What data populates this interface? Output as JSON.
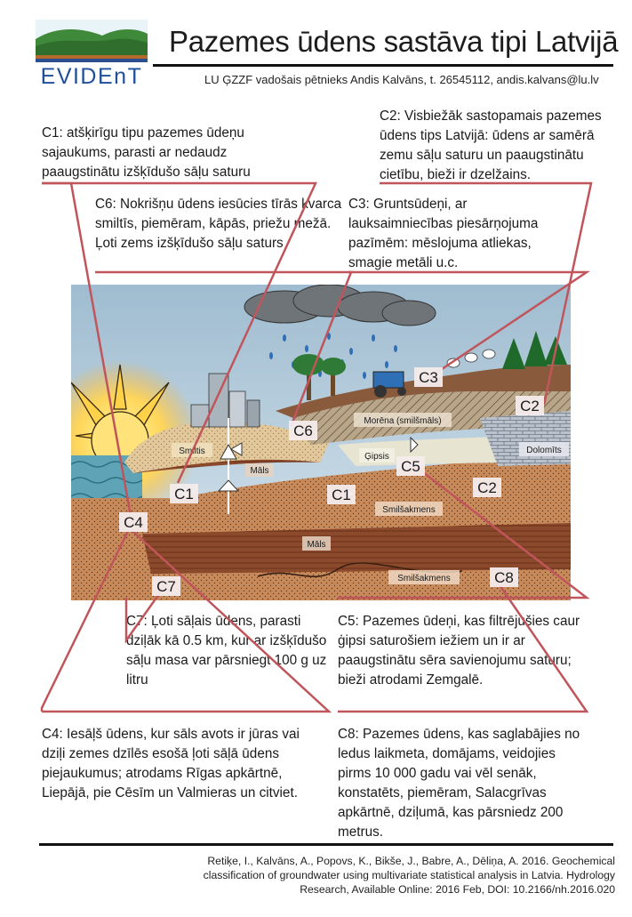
{
  "header": {
    "logo_text": "EVIDEnT",
    "title": "Pazemes ūdens sastāva tipi Latvijā",
    "subtitle": "LU ĢZZF vadošais pētnieks Andis Kalvāns, t. 26545112, andis.kalvans@lu.lv"
  },
  "notes": {
    "c1": "C1: atšķirīgu tipu pazemes ūdeņu sajaukums, parasti ar nedaudz paaugstinātu izšķīdušo sāļu saturu",
    "c2": "C2: Visbiežāk sastopamais pazemes ūdens tips Latvijā: ūdens ar samērā zemu sāļu saturu un paaugstinātu cietību, bieži ir dzelžains.",
    "c6": "C6: Nokrišņu ūdens iesūcies tīrās kvarca smiltīs, piemēram, kāpās, priežu mežā. Ļoti zems izšķīdušo sāļu saturs",
    "c3": "C3: Gruntsūdeņi, ar lauksaimniecības piesārņojuma pazīmēm: mēslojuma atliekas, smagie metāli u.c.",
    "c7": "C7: Ļoti sāļais ūdens, parasti dziļāk kā 0.5 km, kur ar izšķīdušo sāļu masa var pārsniegt 100 g uz litru",
    "c5": "C5: Pazemes ūdeņi, kas filtrējušies caur ģipsi saturošiem iežiem un ir ar paaugstinātu sēra savienojumu saturu; bieži atrodami Zemgalē.",
    "c4": "C4: Iesāļš ūdens, kur sāls avots ir jūras vai dziļi zemes dzīlēs esošā ļoti sāļā ūdens piejaukumus; atrodams Rīgas apkārtnē, Liepājā, pie Cēsīm un Valmieras un citviet.",
    "c8": "C8: Pazemes ūdens, kas saglabājies no ledus laikmeta, domājams, veidojies pirms 10 000 gadu vai vēl senāk, konstatēts, piemēram, Salacgrīvas apkārtnē, dziļumā, kas pārsniedz 200 metrus."
  },
  "diagram": {
    "markers": {
      "c1a": "C1",
      "c1b": "C1",
      "c2a": "C2",
      "c2b": "C2",
      "c3": "C3",
      "c4": "C4",
      "c5": "C5",
      "c6": "C6",
      "c7": "C7",
      "c8": "C8"
    },
    "layers": {
      "smiltis": "Smiltis",
      "mals_upper": "Māls",
      "morena": "Morēna (smilšmāls)",
      "gipsis": "Ģipsis",
      "dolomits": "Dolomīts",
      "smilsakmens_upper": "Smilšakmens",
      "mals_lower": "Māls",
      "smilsakmens_lower": "Smilšakmens"
    },
    "colors": {
      "accent_line": "#c0555b",
      "sky": "#a9c6d7",
      "sandstone": "#c98a5a",
      "clay": "#8b4a2b",
      "sea": "#5fa3b7"
    }
  },
  "footer": {
    "citation_1": "Retiķe, I., Kalvāns, A., Popovs, K., Bikše, J., Babre, A., Dēliņa, A. 2016. Geochemical",
    "citation_2": "classification of groundwater using multivariate statistical analysis in Latvia. Hydrology",
    "citation_3": "Research, Available Online: 2016 Feb, DOI: 10.2166/nh.2016.020"
  }
}
